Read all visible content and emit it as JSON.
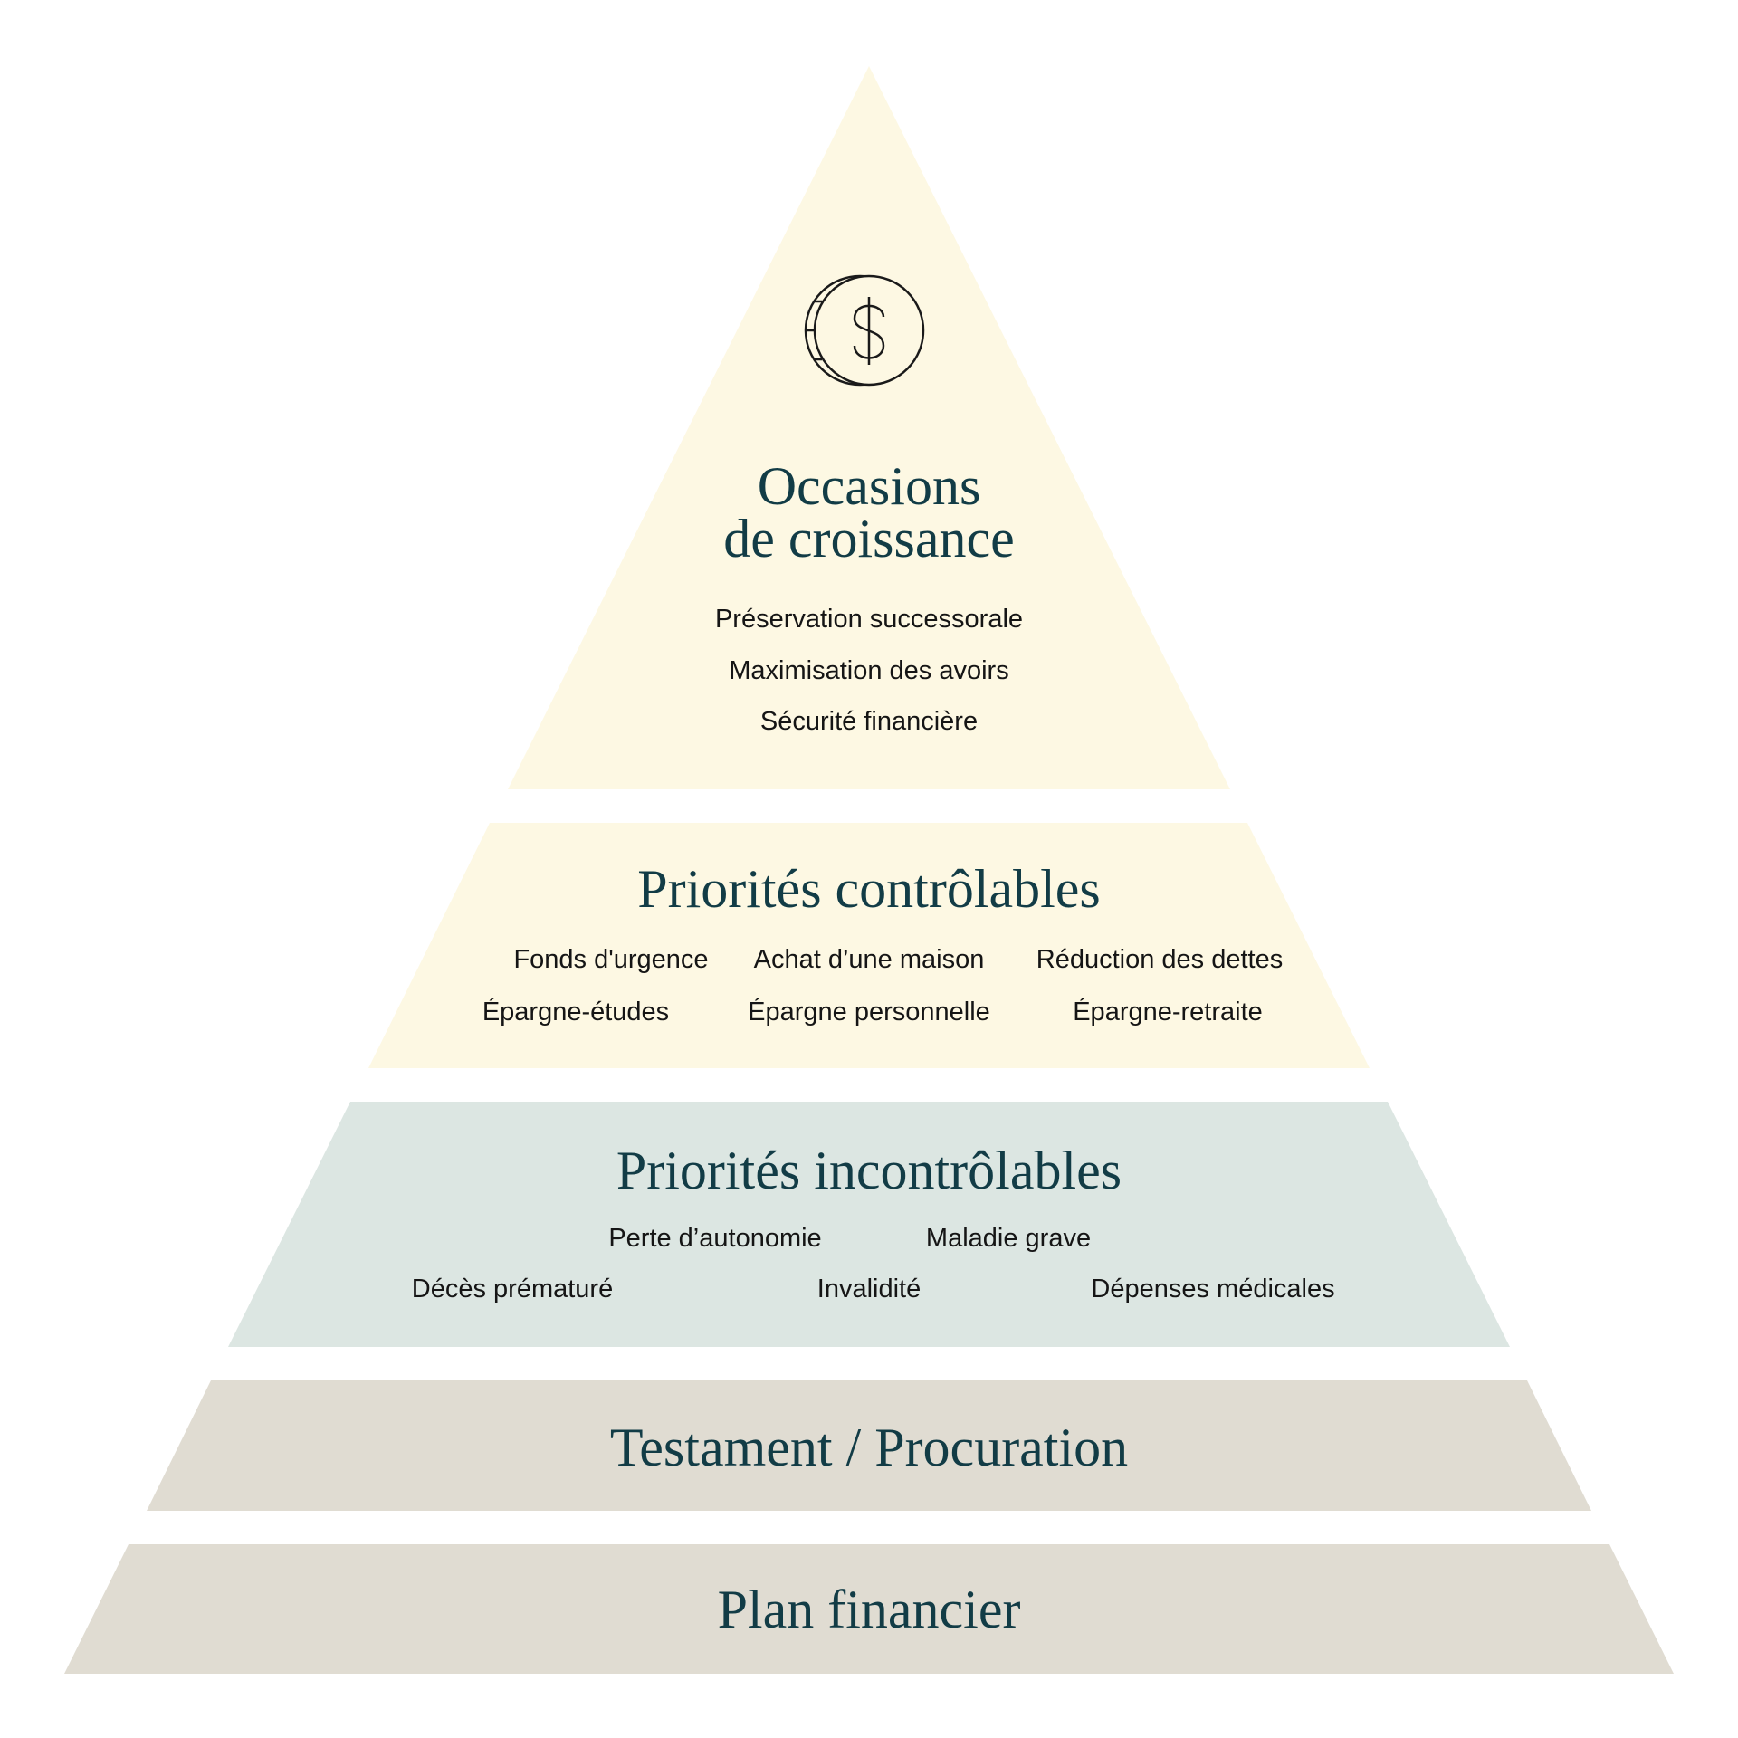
{
  "colors": {
    "cream": "#fdf8e3",
    "sage": "#dce6e2",
    "beige": "#e0dcd2",
    "heading": "#123c46",
    "body": "#151515"
  },
  "icon": "dollar-coin-icon",
  "tiers": [
    {
      "title_lines": [
        "Occasions",
        "de croissance"
      ],
      "items": [
        "Préservation successorale",
        "Maximisation des avoirs",
        "Sécurité financière"
      ]
    },
    {
      "title": "Priorités contrôlables",
      "items": [
        "Fonds d'urgence",
        "Achat d’une maison",
        "Réduction des dettes",
        "Épargne-études",
        "Épargne personnelle",
        "Épargne-retraite"
      ]
    },
    {
      "title": "Priorités incontrôlables",
      "items": [
        "Perte d’autonomie",
        "Maladie grave",
        "Décès prématuré",
        "Invalidité",
        "Dépenses médicales"
      ]
    },
    {
      "title": "Testament / Procuration"
    },
    {
      "title": "Plan financier"
    }
  ]
}
